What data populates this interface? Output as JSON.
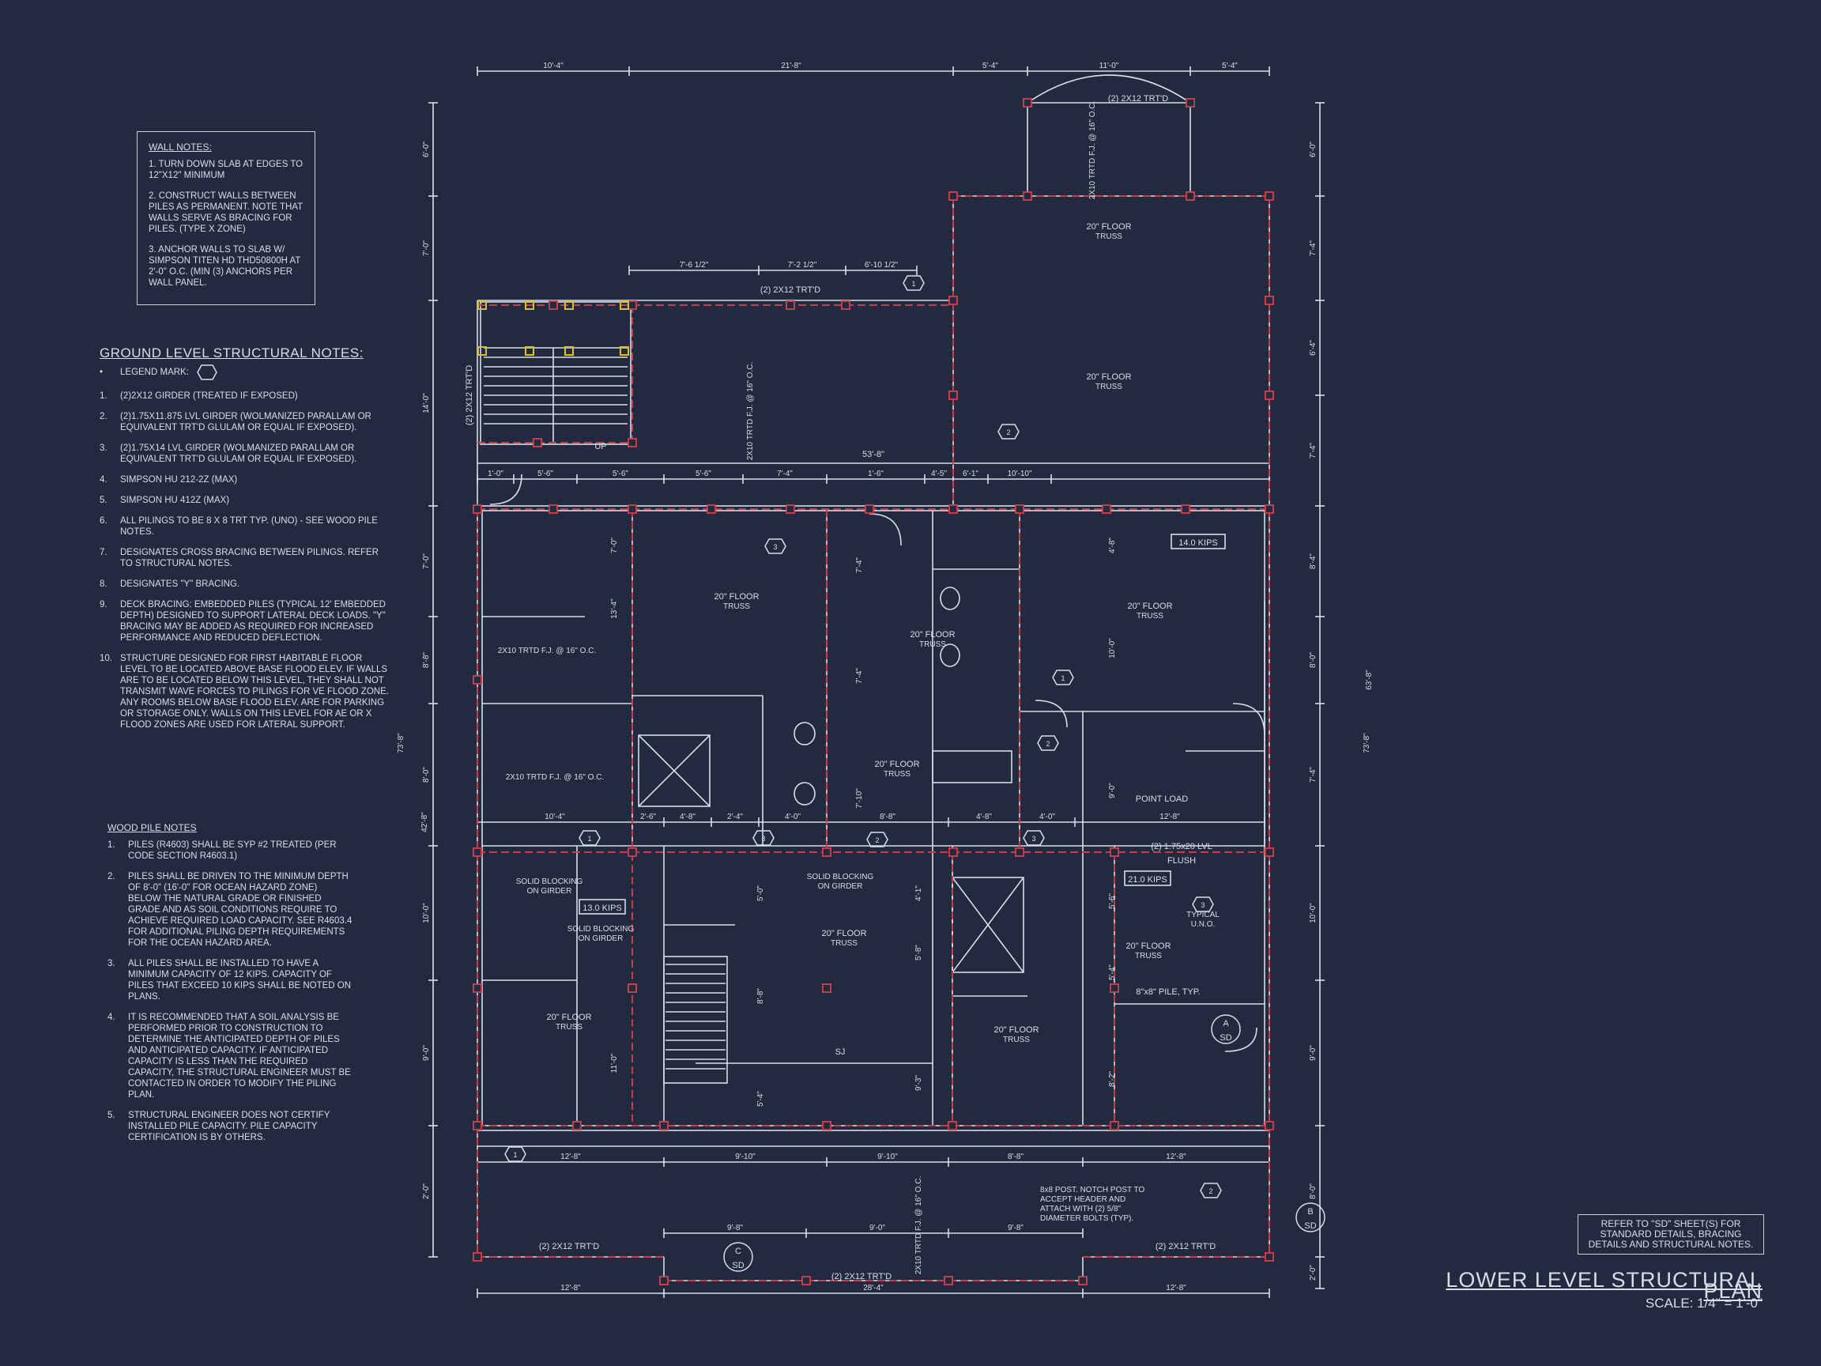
{
  "wall_notes": {
    "heading": "WALL NOTES:",
    "items": [
      "1. TURN DOWN SLAB AT EDGES TO 12\"x12\" MINIMUM",
      "2. CONSTRUCT WALLS BETWEEN PILES AS PERMANENT. NOTE THAT WALLS SERVE AS BRACING FOR PILES. (TYPE X ZONE)",
      "3. ANCHOR WALLS TO SLAB W/ SIMPSON TITEN HD THD50800H AT 2'-0\" O.C. (MIN (3) ANCHORS PER WALL PANEL."
    ]
  },
  "ground_notes": {
    "heading": "GROUND LEVEL STRUCTURAL NOTES:",
    "legend": "LEGEND MARK:",
    "items": [
      {
        "n": "1.",
        "t": "(2)2X12 GIRDER (TREATED IF EXPOSED)"
      },
      {
        "n": "2.",
        "t": "(2)1.75x11.875 LVL GIRDER (WOLMANIZED PARALLAM OR EQUIVALENT TRT'D GLULAM OR EQUAL IF EXPOSED)."
      },
      {
        "n": "3.",
        "t": "(2)1.75x14 LVL GIRDER (WOLMANIZED PARALLAM OR EQUIVALENT TRT'D GLULAM OR EQUAL IF EXPOSED)."
      },
      {
        "n": "4.",
        "t": "SIMPSON HU 212-2Z (MAX)"
      },
      {
        "n": "5.",
        "t": "SIMPSON HU 412Z (MAX)"
      },
      {
        "n": "6.",
        "t": "ALL PILINGS TO BE 8 x 8 TRT TYP. (UNO) - SEE WOOD PILE NOTES."
      },
      {
        "n": "7.",
        "t": "DESIGNATES CROSS BRACING BETWEEN PILINGS. REFER TO STRUCTURAL NOTES."
      },
      {
        "n": "8.",
        "t": "DESIGNATES \"Y\" BRACING."
      },
      {
        "n": "9.",
        "t": "DECK BRACING: EMBEDDED PILES (TYPICAL 12' EMBEDDED DEPTH) DESIGNED TO SUPPORT LATERAL DECK LOADS. \"Y\" BRACING MAY BE ADDED AS REQUIRED FOR INCREASED PERFORMANCE AND REDUCED DEFLECTION."
      },
      {
        "n": "10.",
        "t": "STRUCTURE DESIGNED FOR FIRST HABITABLE FLOOR LEVEL TO BE LOCATED ABOVE BASE FLOOD ELEV. IF WALLS ARE TO BE LOCATED BELOW THIS LEVEL, THEY SHALL NOT TRANSMIT WAVE FORCES TO PILINGS FOR VE FLOOD ZONE. ANY ROOMS BELOW BASE FLOOD ELEV. ARE FOR PARKING OR STORAGE ONLY. WALLS ON THIS LEVEL FOR AE OR X FLOOD ZONES ARE USED FOR LATERAL SUPPORT."
      }
    ]
  },
  "wood_notes": {
    "heading": "WOOD PILE NOTES",
    "items": [
      {
        "n": "1.",
        "t": "PILES (R4603) SHALL BE SYP #2 TREATED (PER CODE SECTION R4603.1)"
      },
      {
        "n": "2.",
        "t": "PILES SHALL BE DRIVEN TO THE MINIMUM DEPTH OF 8'-0\" (16'-0\" FOR OCEAN HAZARD ZONE) BELOW THE NATURAL GRADE OR FINISHED GRADE AND AS SOIL CONDITIONS REQUIRE TO ACHIEVE REQUIRED LOAD CAPACITY. SEE R4603.4 FOR ADDITIONAL PILING DEPTH REQUIREMENTS FOR THE OCEAN HAZARD AREA."
      },
      {
        "n": "3.",
        "t": "ALL PILES SHALL BE INSTALLED TO HAVE A MINIMUM CAPACITY OF 12 KIPS. CAPACITY OF PILES THAT EXCEED 10 KIPS SHALL BE NOTED ON PLANS."
      },
      {
        "n": "4.",
        "t": "IT IS RECOMMENDED THAT A SOIL ANALYSIS BE PERFORMED PRIOR TO CONSTRUCTION TO DETERMINE THE ANTICIPATED DEPTH OF PILES AND ANTICIPATED CAPACITY. IF ANTICIPATED CAPACITY IS LESS THAN THE REQUIRED CAPACITY, THE STRUCTURAL ENGINEER MUST BE CONTACTED IN ORDER TO MODIFY THE PILING PLAN."
      },
      {
        "n": "5.",
        "t": "STRUCTURAL ENGINEER DOES NOT CERTIFY INSTALLED PILE CAPACITY. PILE CAPACITY CERTIFICATION IS BY OTHERS."
      }
    ]
  },
  "refer_note": "REFER TO \"SD\" SHEET(S) FOR STANDARD DETAILS, BRACING DETAILS AND STRUCTURAL NOTES.",
  "title": "LOWER LEVEL STRUCTURAL PLAN",
  "scale": "SCALE: 1/4\" = 1'-0\"",
  "plan": {
    "top_dims": [
      "10'-4\"",
      "21'-8\"",
      "5'-4\"",
      "11'-0\"",
      "5'-4\""
    ],
    "deck_dims": [
      "7'-6 1/2\"",
      "7'-2 1/2\"",
      "6'-10 1/2\""
    ],
    "overall_width": "53'-8\"",
    "row_dims": [
      "1'-0\"",
      "5'-6\"",
      "5'-6\"",
      "5'-6\"",
      "7'-4\"",
      "1'-6\"",
      "4'-5\"",
      "6'-1\"",
      "10'-10\""
    ],
    "mid_dims": [
      "10'-4\"",
      "2'-6\"",
      "4'-8\"",
      "2'-4\"",
      "4'-0\"",
      "8'-8\"",
      "4'-8\"",
      "4'-0\"",
      "12'-8\""
    ],
    "bottom_dims": [
      "12'-8\"",
      "9'-10\"",
      "9'-10\"",
      "8'-8\"",
      "12'-8\""
    ],
    "bottom_dims2": [
      "9'-8\"",
      "9'-0\"",
      "9'-8\""
    ],
    "bottom_dims3": [
      "12'-8\"",
      "28'-4\"",
      "12'-8\""
    ],
    "left_dims": [
      "6'-0\"",
      "7'-0\"",
      "14'-0\"",
      "7'-0\"",
      "8'-8\"",
      "8'-0\"",
      "10'-0\"",
      "9'-0\"",
      "2'-0\""
    ],
    "left_overall": [
      "73'-8\"",
      "42'-8\""
    ],
    "right_dims": [
      "6'-0\"",
      "7'-4\"",
      "6'-4\"",
      "7'-4\"",
      "8'-4\"",
      "8'-0\"",
      "7'-4\"",
      "10'-0\"",
      "9'-0\"",
      "8'-0\"",
      "2'-0\""
    ],
    "right_overall": [
      "63'-8\"",
      "73'-8\""
    ],
    "interior_dims": [
      "7'-0\"",
      "13'-4\"",
      "7'-4\"",
      "7'-4\"",
      "7'-10\"",
      "4'-8\"",
      "10'-0\"",
      "9'-0\"",
      "5'-0\"",
      "8'-8\"",
      "11'-0\"",
      "5'-4\"",
      "4'-1\"",
      "5'-8\"",
      "9'-3\"",
      "5'-6\"",
      "5'-4\"",
      "8'-2\""
    ],
    "girder": "(2) 2X12 TRT'D",
    "girder_vertical": "(2) 2X12 TRT'D",
    "joist_16": "2X10 TRTD F.J. @ 16\" O.C.",
    "joist_16b": "2X10 TRTD F.J. @ 16\" O.C.",
    "joist_16c": "2X10 TRTD F.J. @ 16\" O.C.",
    "joist_16d": "2X10 TRTD F.J. @ 16\" O.C.",
    "joist_16e": "2X10 TRTD F.J. @ 16\" O.C.",
    "truss": [
      "20\" FLOOR",
      "TRUSS"
    ],
    "up": "UP",
    "kips_14": "14.0 KIPS",
    "kips_13": "13.0 KIPS",
    "kips_21": "21.0 KIPS",
    "point_load": "POINT LOAD",
    "lvl": "(2) 1.75x20 LVL",
    "flush": "FLUSH",
    "solid_blocking": [
      "SOLID BLOCKING",
      "ON GIRDER"
    ],
    "typical": [
      "TYPICAL",
      "U.N.O."
    ],
    "pile_typ": "8\"x8\" PILE, TYP.",
    "post_note": [
      "8x8 POST. NOTCH POST TO",
      "ACCEPT HEADER AND",
      "ATTACH WITH (2) 5/8\"",
      "DIAMETER BOLTS (TYP)."
    ],
    "sj": "SJ",
    "sections": [
      {
        "letter": "A",
        "sheet": "SD"
      },
      {
        "letter": "B",
        "sheet": "SD"
      },
      {
        "letter": "C",
        "sheet": "SD"
      }
    ],
    "legend_numbers": [
      "1",
      "2",
      "3"
    ]
  },
  "colors": {
    "background": "#232a40",
    "linework": "#d9dde8",
    "pile_red": "#c0404a",
    "pile_yellow": "#d8c030"
  }
}
